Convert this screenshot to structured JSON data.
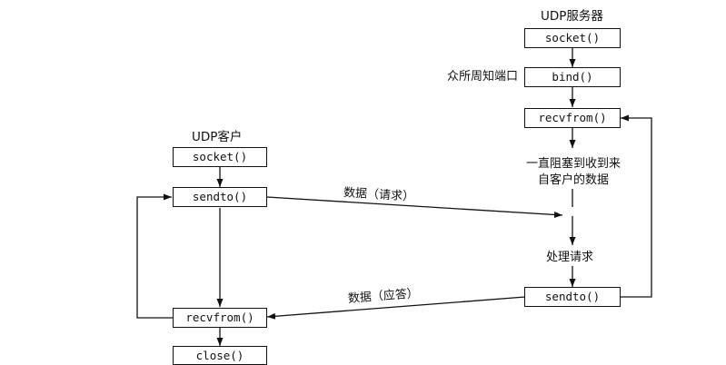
{
  "server": {
    "title": "UDP服务器",
    "socket": "socket()",
    "bind": "bind()",
    "bind_note": "众所周知端口",
    "recvfrom": "recvfrom()",
    "block_note": "一直阻塞到收到来自客户的数据",
    "process_note": "处理请求",
    "sendto": "sendto()"
  },
  "client": {
    "title": "UDP客户",
    "socket": "socket()",
    "sendto": "sendto()",
    "recvfrom": "recvfrom()",
    "close": "close()"
  },
  "messages": {
    "request": "数据（请求）",
    "reply": "数据（应答）"
  }
}
